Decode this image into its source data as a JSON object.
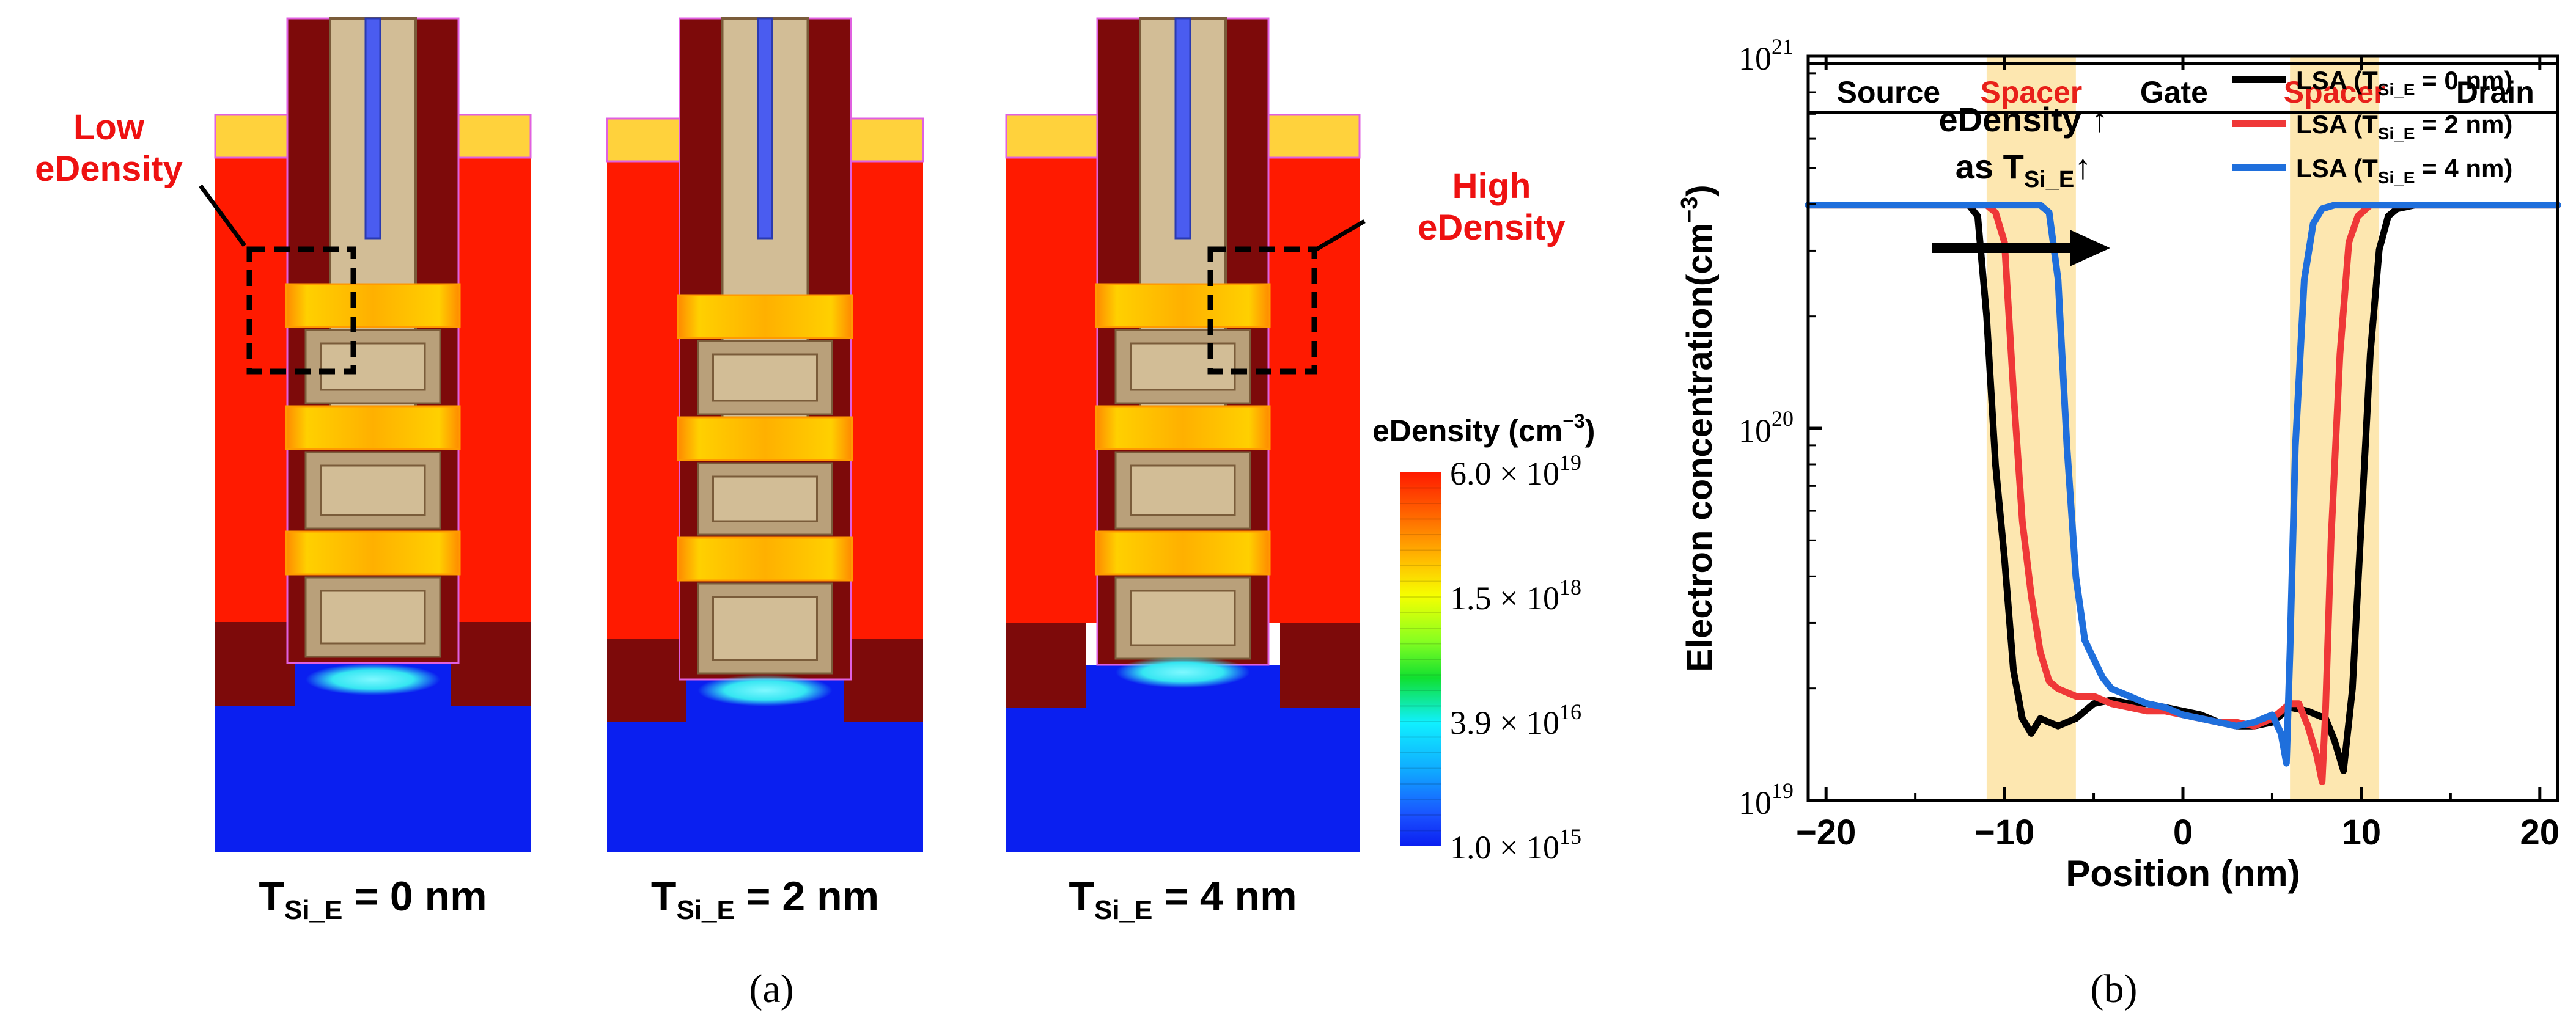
{
  "panel_a": {
    "sims": [
      {
        "caption_main": "T",
        "caption_sub": "Si_E",
        "caption_rest": " = 0 nm"
      },
      {
        "caption_main": "T",
        "caption_sub": "Si_E",
        "caption_rest": " = 2 nm"
      },
      {
        "caption_main": "T",
        "caption_sub": "Si_E",
        "caption_rest": " = 4 nm"
      }
    ],
    "annotations": {
      "low_line1": "Low",
      "low_line2": "eDensity",
      "high_line1": "High",
      "high_line2": "eDensity"
    },
    "colorbar": {
      "title": "eDensity (cm",
      "title_exp": "−3",
      "title_close": ")",
      "ticks": [
        {
          "mant": "6.0 × 10",
          "exp": "19",
          "frac": 0.0
        },
        {
          "mant": "1.5 × 10",
          "exp": "18",
          "frac": 0.333
        },
        {
          "mant": "3.9 × 10",
          "exp": "16",
          "frac": 0.667
        },
        {
          "mant": "1.0 × 10",
          "exp": "15",
          "frac": 1.0
        }
      ]
    },
    "label": "(a)"
  },
  "panel_b": {
    "label": "(b)"
  },
  "colors": {
    "red": "#ff1a00",
    "yellow_top": "#ffd23c",
    "dark_red": "#7d0a0a",
    "tan": "#d2bd96",
    "tan_border": "#7a5c3a",
    "blue": "#0a1ff0",
    "cyan": "#35e6f2",
    "gate_blue": "#4a5cf0",
    "magenta": "#e060e0",
    "spacer_shade": "#fde7b0",
    "annot_red": "#ee1111"
  },
  "chart_data": {
    "type": "line",
    "xlabel": "Position (nm)",
    "ylabel": "Electron concentration(cm",
    "ylabel_exp": "−3",
    "ylabel_close": ")",
    "xlim": [
      -21,
      21
    ],
    "ylim_log10": [
      19,
      21
    ],
    "xticks": [
      -20,
      -10,
      0,
      10,
      20
    ],
    "xtick_labels": [
      "−20",
      "−10",
      "0",
      "10",
      "20"
    ],
    "yticks": [
      {
        "value": 19,
        "base": "10",
        "exp": "19"
      },
      {
        "value": 20,
        "base": "10",
        "exp": "20"
      },
      {
        "value": 21,
        "base": "10",
        "exp": "21"
      }
    ],
    "regions": [
      {
        "label": "Source",
        "x": -16.5,
        "color": "#000000"
      },
      {
        "label": "Spacer",
        "x": -8.5,
        "color": "#e8201a"
      },
      {
        "label": "Gate",
        "x": -0.5,
        "color": "#000000"
      },
      {
        "label": "Spacer",
        "x": 8.5,
        "color": "#e8201a"
      },
      {
        "label": "Drain",
        "x": 17.5,
        "color": "#000000"
      }
    ],
    "spacer_bands": [
      [
        -11,
        -6
      ],
      [
        6,
        11
      ]
    ],
    "annotation": {
      "line1": "eDensity ↑",
      "line2_pre": "as T",
      "line2_sub": "Si_E",
      "line2_post": "↑"
    },
    "series": [
      {
        "name": "LSA (T",
        "sub": "Si_E",
        "name_post": " = 0 nm)",
        "color": "#000000",
        "x": [
          -21,
          -13,
          -12,
          -11.5,
          -11,
          -10.5,
          -10,
          -9.5,
          -9,
          -8.5,
          -8,
          -7,
          -6,
          -5,
          -4,
          -3,
          -2,
          -1,
          0,
          1,
          2,
          3,
          4,
          5,
          6,
          7,
          8,
          8.5,
          9,
          9.5,
          10,
          10.5,
          11,
          11.5,
          12,
          13,
          21
        ],
        "logy": [
          20.6,
          20.6,
          20.6,
          20.57,
          20.3,
          19.9,
          19.65,
          19.35,
          19.22,
          19.18,
          19.22,
          19.2,
          19.22,
          19.26,
          19.27,
          19.26,
          19.26,
          19.25,
          19.24,
          19.23,
          19.21,
          19.2,
          19.2,
          19.21,
          19.25,
          19.24,
          19.22,
          19.16,
          19.08,
          19.3,
          19.75,
          20.2,
          20.48,
          20.57,
          20.59,
          20.6,
          20.6
        ]
      },
      {
        "name": "LSA (T",
        "sub": "Si_E",
        "name_post": " = 2 nm)",
        "color": "#ef3838",
        "x": [
          -21,
          -12,
          -11,
          -10.5,
          -10,
          -9.5,
          -9,
          -8.5,
          -8,
          -7.5,
          -7,
          -6.5,
          -6,
          -5,
          -4,
          -3,
          -2,
          -1,
          0,
          1,
          2,
          3,
          4,
          5,
          6,
          6.5,
          7,
          7.5,
          7.8,
          8,
          8.3,
          8.8,
          9.3,
          9.8,
          10.5,
          11.5,
          21
        ],
        "logy": [
          20.6,
          20.6,
          20.6,
          20.58,
          20.5,
          20.1,
          19.75,
          19.55,
          19.4,
          19.32,
          19.3,
          19.29,
          19.28,
          19.28,
          19.26,
          19.25,
          19.24,
          19.24,
          19.23,
          19.22,
          19.21,
          19.21,
          19.2,
          19.22,
          19.26,
          19.26,
          19.2,
          19.12,
          19.05,
          19.25,
          19.7,
          20.2,
          20.5,
          20.57,
          20.6,
          20.6,
          20.6
        ]
      },
      {
        "name": "LSA (T",
        "sub": "Si_E",
        "name_post": " = 4 nm)",
        "color": "#1f6fdc",
        "x": [
          -21,
          -10,
          -9,
          -8.5,
          -8,
          -7.5,
          -7,
          -6.5,
          -6,
          -5.5,
          -5,
          -4.5,
          -4,
          -3,
          -2,
          -1,
          0,
          1,
          2,
          3,
          4,
          4.5,
          5,
          5.5,
          5.8,
          6,
          6.3,
          6.8,
          7.3,
          7.8,
          8.5,
          9.5,
          21
        ],
        "logy": [
          20.6,
          20.6,
          20.6,
          20.6,
          20.6,
          20.58,
          20.4,
          19.95,
          19.6,
          19.43,
          19.38,
          19.33,
          19.3,
          19.28,
          19.26,
          19.25,
          19.23,
          19.22,
          19.21,
          19.2,
          19.21,
          19.22,
          19.23,
          19.18,
          19.1,
          19.4,
          19.95,
          20.4,
          20.55,
          20.59,
          20.6,
          20.6,
          20.6
        ]
      }
    ]
  }
}
